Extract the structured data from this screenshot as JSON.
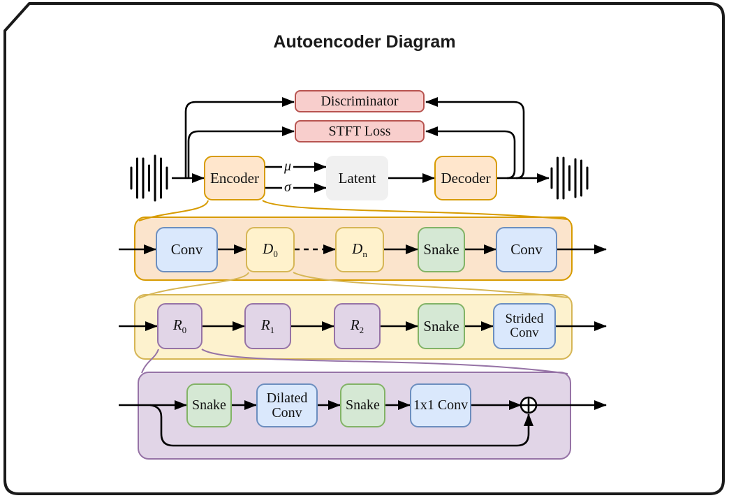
{
  "title": "Autoencoder Diagram",
  "top": {
    "discriminator": "Discriminator",
    "stft_loss": "STFT Loss",
    "encoder": "Encoder",
    "latent": "Latent",
    "decoder": "Decoder",
    "mu": "μ",
    "sigma": "σ"
  },
  "encoder_detail": {
    "conv_in": "Conv",
    "d0": {
      "main": "D",
      "sub": "0"
    },
    "dn": {
      "main": "D",
      "sub": "n"
    },
    "snake": "Snake",
    "conv_out": "Conv"
  },
  "downsample_detail": {
    "r0": {
      "main": "R",
      "sub": "0"
    },
    "r1": {
      "main": "R",
      "sub": "1"
    },
    "r2": {
      "main": "R",
      "sub": "2"
    },
    "snake": "Snake",
    "strided_conv": "Strided Conv"
  },
  "residual_detail": {
    "snake_1": "Snake",
    "dilated_conv": "Dilated Conv",
    "snake_2": "Snake",
    "conv_1x1": "1x1 Conv",
    "sum_symbol": "⊕"
  },
  "icons": {
    "waveform_left": "audio-waveform",
    "waveform_right": "audio-waveform",
    "sum_node": "circled-plus"
  },
  "colors": {
    "red_fill": "#F8CECC",
    "red_stroke": "#B85450",
    "orange_fill": "#FFE6CC",
    "orange_stroke": "#D79B00",
    "yellow_fill": "#FFF2CC",
    "yellow_stroke": "#D6B656",
    "green_fill": "#D5E8D4",
    "green_stroke": "#82B366",
    "blue_fill": "#DAE8FC",
    "blue_stroke": "#6C8EBF",
    "purple_fill": "#E1D5E7",
    "purple_stroke": "#9673A6",
    "gray_fill": "#F0F0F0",
    "line": "#000000",
    "frame": "#1A1A1A"
  }
}
